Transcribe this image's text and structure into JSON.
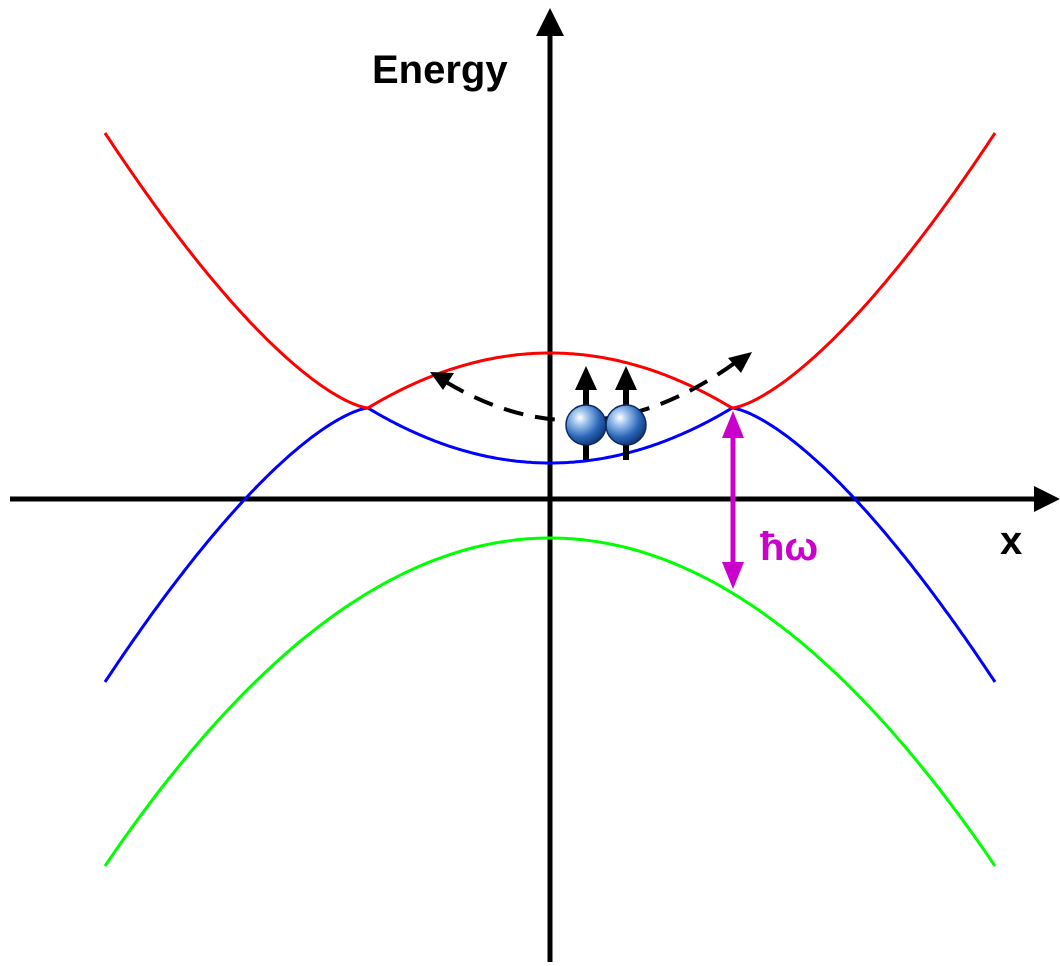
{
  "axes": {
    "y_label": "Energy",
    "x_label": "x"
  },
  "gap": {
    "label": "ħω"
  },
  "colors": {
    "axis": "#000000",
    "upper_curve": "#ff0000",
    "middle_curve": "#0000ff",
    "lower_curve": "#00ff00",
    "gap_arrow": "#cc00cc",
    "trajectory": "#000000",
    "atom": "#1f4fa0"
  },
  "icons": {
    "atom": "sphere-icon",
    "spin": "up-arrow-icon"
  }
}
